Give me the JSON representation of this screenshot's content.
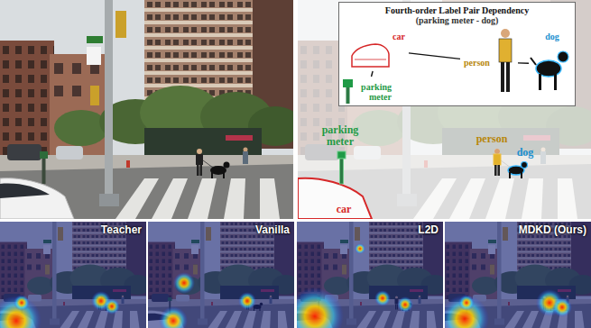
{
  "diagram": {
    "nodes": [
      {
        "text": [
          "Fourth-order Label Pair Dependency",
          "(parking meter - dog)"
        ]
      },
      {
        "text": [
          "car"
        ],
        "in": 0
      },
      {
        "text": [
          "parking meter"
        ],
        "in": 0
      },
      {
        "text": [
          "person"
        ],
        "in": 0
      },
      {
        "text": [
          "dog"
        ],
        "in": 0
      }
    ],
    "edges": [
      {
        "from": 1,
        "to": 2,
        "arrow": "none"
      },
      {
        "from": 1,
        "to": 3,
        "arrow": "none"
      },
      {
        "from": 3,
        "to": 4,
        "arrow": "none"
      }
    ],
    "labels": [
      "parking meter",
      "car",
      "person",
      "dog",
      "Teacher",
      "Vanilla",
      "L2D",
      "MDKD (Ours)"
    ]
  }
}
